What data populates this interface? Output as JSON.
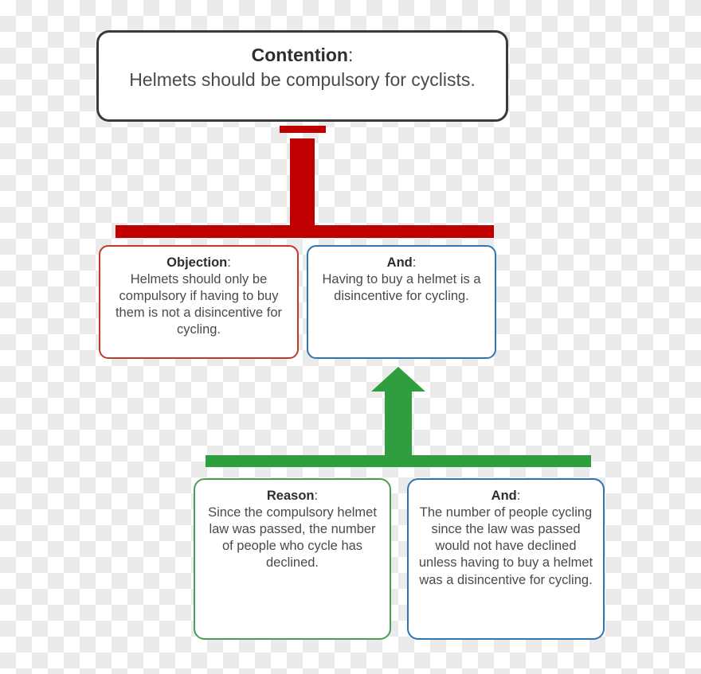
{
  "diagram": {
    "type": "argument-map",
    "title_glyph_note": "rounded rectangle nodes joined by colored connectors",
    "colors": {
      "contention_border": "#3a3a3a",
      "objection_border": "#c0392b",
      "objection_connector": "#c00000",
      "reason_border": "#4a9e52",
      "reason_connector": "#2e9e3e",
      "and_border": "#2e75b6",
      "node_text": "#4a4a4a",
      "node_title_text": "#2e2e2e",
      "canvas_background": "#ffffff"
    }
  },
  "nodes": {
    "contention": {
      "title": "Contention",
      "colon": ":",
      "body": "Helmets should be compulsory for cyclists."
    },
    "objection": {
      "title": "Objection",
      "colon": ":",
      "body": "Helmets should only be compulsory if having to buy them is not a disincentive for cycling."
    },
    "and_upper": {
      "title": "And",
      "colon": ":",
      "body": "Having to buy a helmet is a disincentive for cycling."
    },
    "reason": {
      "title": "Reason",
      "colon": ":",
      "body": "Since the compulsory helmet law was passed, the number of people who cycle has declined."
    },
    "and_lower": {
      "title": "And",
      "colon": ":",
      "body": "The number of people cycling since the law was passed would not have declined unless having to buy a helmet was a disincentive for cycling."
    }
  },
  "connectors": {
    "objection_link": {
      "label": "objection-connector",
      "color": "#c00000",
      "style": "blunt-cap",
      "from": "objection-group",
      "to": "contention"
    },
    "reason_link": {
      "label": "support-connector",
      "color": "#2e9e3e",
      "style": "arrowhead",
      "from": "reason-group",
      "to": "and_upper"
    }
  }
}
